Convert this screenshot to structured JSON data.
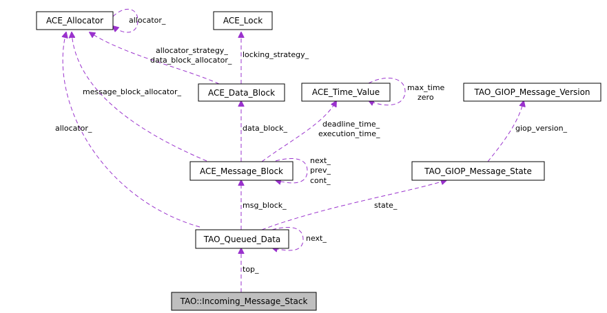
{
  "nodes": {
    "ace_allocator": "ACE_Allocator",
    "ace_lock": "ACE_Lock",
    "ace_data_block": "ACE_Data_Block",
    "ace_time_value": "ACE_Time_Value",
    "tao_giop_message_version": "TAO_GIOP_Message_Version",
    "ace_message_block": "ACE_Message_Block",
    "tao_giop_message_state": "TAO_GIOP_Message_State",
    "tao_queued_data": "TAO_Queued_Data",
    "incoming_message_stack": "TAO::Incoming_Message_Stack"
  },
  "edge_labels": {
    "allocator_self": "allocator_",
    "allocator_strategy": "allocator_strategy_",
    "data_block_allocator": "data_block_allocator_",
    "locking_strategy": "locking_strategy_",
    "message_block_allocator": "message_block_allocator_",
    "max_time": "max_time",
    "zero": "zero",
    "allocator_queued": "allocator_",
    "data_block": "data_block_",
    "deadline_time": "deadline_time_",
    "execution_time": "execution_time_",
    "giop_version": "giop_version_",
    "next_mb": "next_",
    "prev_mb": "prev_",
    "cont_mb": "cont_",
    "msg_block": "msg_block_",
    "state": "state_",
    "next_qd": "next_",
    "top": "top_"
  },
  "colors": {
    "edge": "#9a32cd",
    "highlight_fill": "#bfbfbf"
  }
}
